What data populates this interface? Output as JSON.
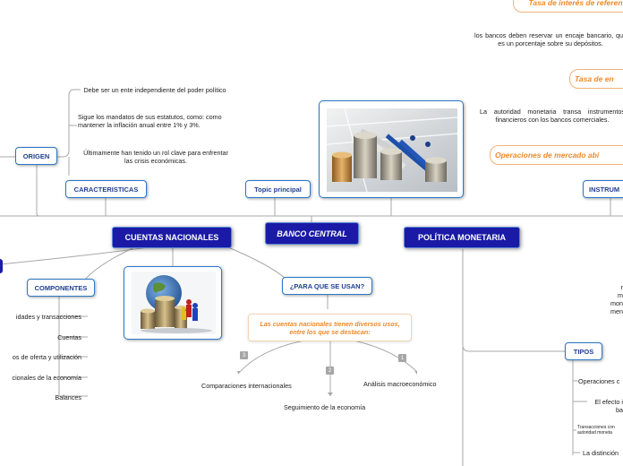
{
  "central": "BANCO CENTRAL",
  "main_nodes": {
    "cuentas": "CUENTAS NACIONALES",
    "politica": "POLÍTICA MONETARIA"
  },
  "nodes": {
    "origen": "ORIGEN",
    "caracteristicas": "CARACTERISTICAS",
    "topic": "Topic principal",
    "instrumentos": "INSTRUM",
    "componentes": "COMPONENTES",
    "para_que": "¿PARA QUE SE USAN?",
    "tipos": "TIPOS"
  },
  "caracteristicas_items": [
    "Debe ser un ente independiente del poder político",
    "Sigue los mandatos de sus estatutos, como: como mantener la inflación anual entre 1% y 3%.",
    "Últimamente han tenido un rol clave para enfrentar las crisis económicas."
  ],
  "instrumentos_titles": {
    "tasa_interes": "Tasa de interés de referen",
    "tasa_encaje": "Tasa de en",
    "operaciones": "Operaciones de mercado abi"
  },
  "instrumentos_texts": {
    "encaje": "los bancos deben reservar un encaje bancario, que es un porcentaje sobre su depósitos.",
    "operaciones": "La autoridad monetaria transa instrumentos financieros con los bancos comerciales."
  },
  "componentes_items": [
    "idades y transacciones",
    "Cuentas",
    "os de oferta y utilización",
    "cionales de la economía",
    "Balances"
  ],
  "para_que_intro": "Las cuentas nacionales tienen diversos usos, entre los que se destacan:",
  "usos": [
    {
      "num": "1",
      "label": "Análisis macroeconómico"
    },
    {
      "num": "2",
      "label": "Seguimiento de la economía"
    },
    {
      "num": "3",
      "label": "Comparaciones internacionales"
    }
  ],
  "politica_fragments": [
    "r",
    "m",
    "mon",
    "men"
  ],
  "tipos_items": [
    "Operaciones c",
    "El efecto i ba",
    "Transacciones con autoridad moneta",
    "La distinción"
  ]
}
